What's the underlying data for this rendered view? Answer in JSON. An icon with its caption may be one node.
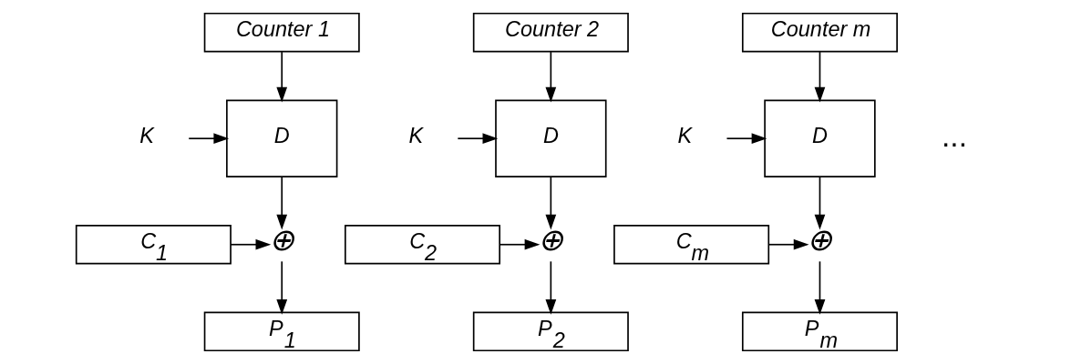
{
  "diagram": {
    "nodes": [
      {
        "text": [
          "Counter 1"
        ]
      },
      {
        "text": [
          "Counter 2"
        ]
      },
      {
        "text": [
          "Counter m"
        ]
      },
      {
        "text": [
          "K"
        ]
      },
      {
        "text": [
          "D"
        ]
      },
      {
        "text": [
          "K"
        ]
      },
      {
        "text": [
          "D"
        ]
      },
      {
        "text": [
          "K"
        ]
      },
      {
        "text": [
          "D"
        ]
      },
      {
        "text": [
          "C$_{1}$"
        ]
      },
      {
        "text": [
          "⊕"
        ]
      },
      {
        "text": [
          "C$_{2}$"
        ]
      },
      {
        "text": [
          "⊕"
        ]
      },
      {
        "text": [
          "C$_{m}$"
        ]
      },
      {
        "text": [
          "⊕"
        ]
      },
      {
        "text": [
          "P$_{1}$"
        ]
      },
      {
        "text": [
          "P$_{2}$"
        ]
      },
      {
        "text": [
          "P$_{m}$"
        ]
      }
    ],
    "edges": [
      {
        "from": 0,
        "to": 4,
        "arrow": "to"
      },
      {
        "from": 3,
        "to": 4,
        "arrow": "to"
      },
      {
        "from": 4,
        "to": 10,
        "arrow": "to"
      },
      {
        "from": 9,
        "to": 10,
        "arrow": "to"
      },
      {
        "from": 10,
        "to": 15,
        "arrow": "to"
      },
      {
        "from": 1,
        "to": 6,
        "arrow": "to"
      },
      {
        "from": 5,
        "to": 6,
        "arrow": "to"
      },
      {
        "from": 6,
        "to": 12,
        "arrow": "to"
      },
      {
        "from": 11,
        "to": 12,
        "arrow": "to"
      },
      {
        "from": 12,
        "to": 16,
        "arrow": "to"
      },
      {
        "from": 2,
        "to": 8,
        "arrow": "to"
      },
      {
        "from": 7,
        "to": 8,
        "arrow": "to"
      },
      {
        "from": 8,
        "to": 14,
        "arrow": "to"
      },
      {
        "from": 13,
        "to": 14,
        "arrow": "to"
      },
      {
        "from": 14,
        "to": 17,
        "arrow": "to"
      }
    ],
    "labels": [
      "..."
    ]
  }
}
